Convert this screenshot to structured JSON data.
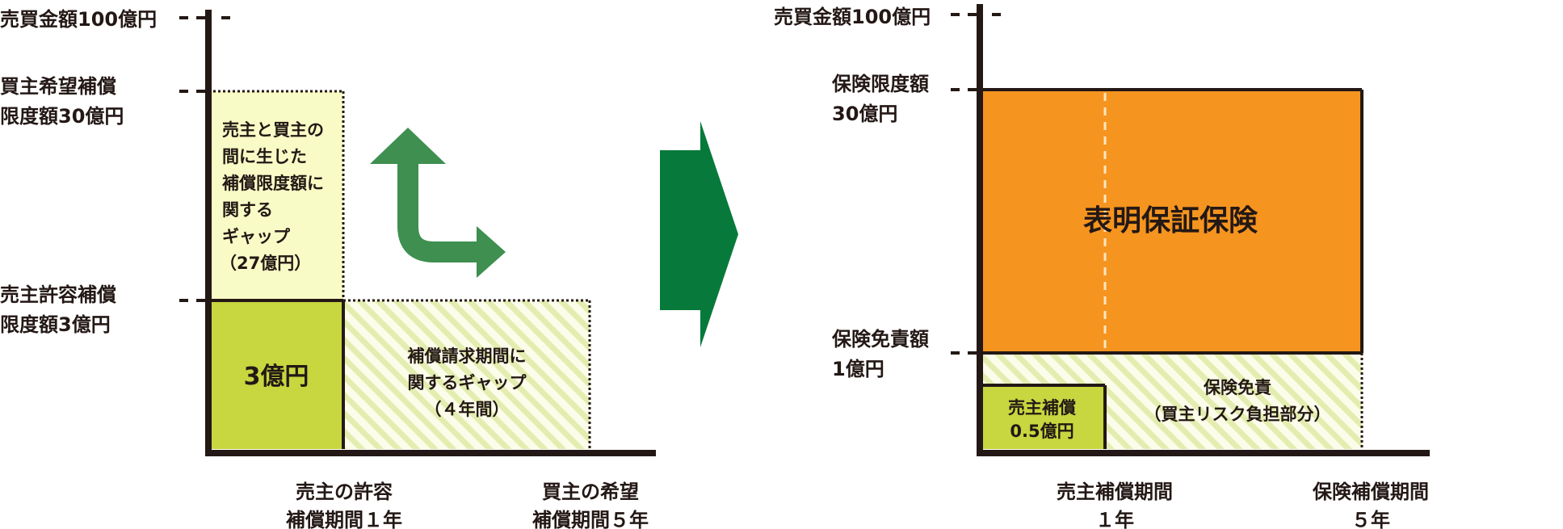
{
  "colors": {
    "axis": "#231815",
    "pale_yellow": "#f9fbc6",
    "lime_green": "#c8d63f",
    "hatch_stripe": "#e4edb0",
    "green_arrow_light": "#3e8f50",
    "green_arrow_dark": "#077a3b",
    "orange": "#f5941f",
    "dash_white": "#ffe6c2"
  },
  "left": {
    "y_labels": {
      "total": "売買金額100億円",
      "buyer_limit": [
        "買主希望補償",
        "限度額30億円"
      ],
      "seller_limit": [
        "売主許容補償",
        "限度額3億円"
      ]
    },
    "gap_box": [
      "売主と買主の",
      "間に生じた",
      "補償限度額に",
      "関する",
      "ギャップ",
      "（27億円）"
    ],
    "seller_box": "3億円",
    "period_gap": [
      "補償請求期間に",
      "関するギャップ",
      "（４年間）"
    ],
    "x_labels": {
      "seller": [
        "売主の許容",
        "補償期間１年"
      ],
      "buyer": [
        "買主の希望",
        "補償期間５年"
      ]
    }
  },
  "right": {
    "y_labels": {
      "total": "売買金額100億円",
      "insurance_limit": [
        "保険限度額",
        "30億円"
      ],
      "deductible": [
        "保険免責額",
        "1億円"
      ]
    },
    "insurance_box": "表明保証保険",
    "seller_comp": [
      "売主補償",
      "0.5億円"
    ],
    "deductible_area": [
      "保険免責",
      "（買主リスク負担部分）"
    ],
    "x_labels": {
      "seller": [
        "売主補償期間",
        "１年"
      ],
      "insurance": [
        "保険補償期間",
        "５年"
      ]
    }
  }
}
